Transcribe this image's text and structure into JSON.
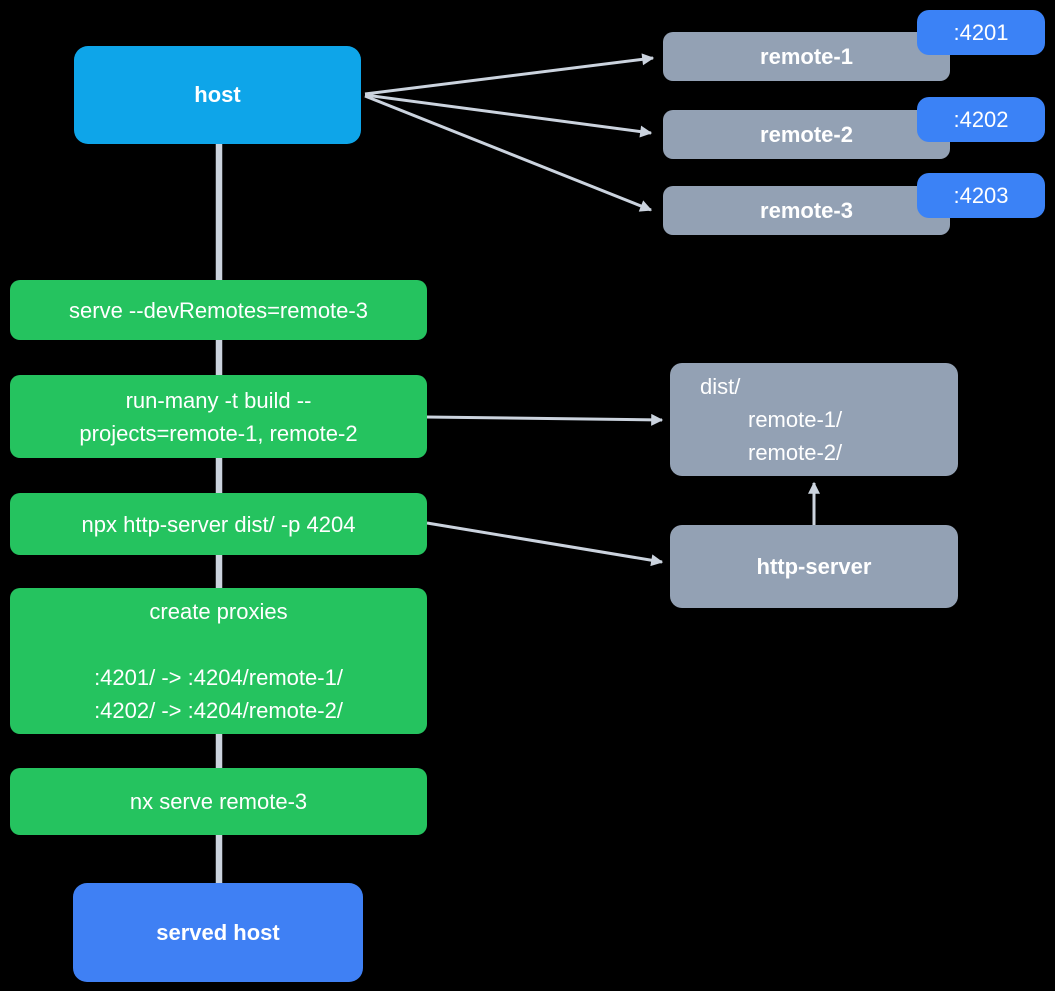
{
  "diagram": {
    "colors": {
      "background": "#000000",
      "host-fill": "#0ea5e9",
      "remote-fill": "#93a1b4",
      "badge-fill": "#3b82f6",
      "step-fill": "#25c35f",
      "served-fill": "#3f80f4",
      "line-color": "#cbd3de",
      "text-color": "#ffffff"
    },
    "host": {
      "label": "host"
    },
    "remotes": [
      {
        "label": "remote-1",
        "port": ":4201"
      },
      {
        "label": "remote-2",
        "port": ":4202"
      },
      {
        "label": "remote-3",
        "port": ":4203"
      }
    ],
    "steps": [
      {
        "lines": [
          "serve --devRemotes=remote-3"
        ]
      },
      {
        "lines": [
          "run-many -t build --",
          "projects=remote-1, remote-2"
        ]
      },
      {
        "lines": [
          "npx http-server dist/ -p 4204"
        ]
      },
      {
        "lines": [
          "create proxies",
          "",
          ":4201/ -> :4204/remote-1/",
          ":4202/ -> :4204/remote-2/"
        ]
      },
      {
        "lines": [
          "nx serve remote-3"
        ]
      }
    ],
    "dist": {
      "lines": [
        "dist/",
        "remote-1/",
        "remote-2/"
      ]
    },
    "http_server": {
      "label": "http-server"
    },
    "served_host": {
      "label": "served host"
    }
  }
}
